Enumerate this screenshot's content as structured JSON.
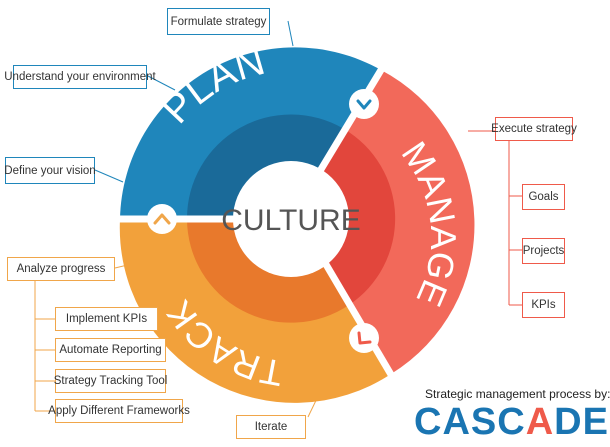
{
  "center": {
    "label": "CULTURE"
  },
  "phases": {
    "plan": "PLAN",
    "manage": "MANAGE",
    "track": "TRACK"
  },
  "labels": {
    "formulate": "Formulate strategy",
    "understand": "Understand your environment",
    "vision": "Define your vision",
    "execute": "Execute strategy",
    "goals": "Goals",
    "projects": "Projects",
    "kpis": "KPIs",
    "analyze": "Analyze progress",
    "implement": "Implement KPIs",
    "automate": "Automate Reporting",
    "tracking_tool": "Strategy Tracking Tool",
    "frameworks": "Apply Different Frameworks",
    "iterate": "Iterate"
  },
  "brand": {
    "tagline": "Strategic management process by:",
    "name_before": "CASC",
    "name_highlight": "A",
    "name_after": "DE"
  },
  "colors": {
    "plan_outer": "#1f86bb",
    "plan_inner": "#1a6a99",
    "manage_outer": "#f2695a",
    "manage_inner": "#e2463c",
    "track_outer": "#f2a13b",
    "track_inner": "#e8792c",
    "center": "#ffffff"
  }
}
